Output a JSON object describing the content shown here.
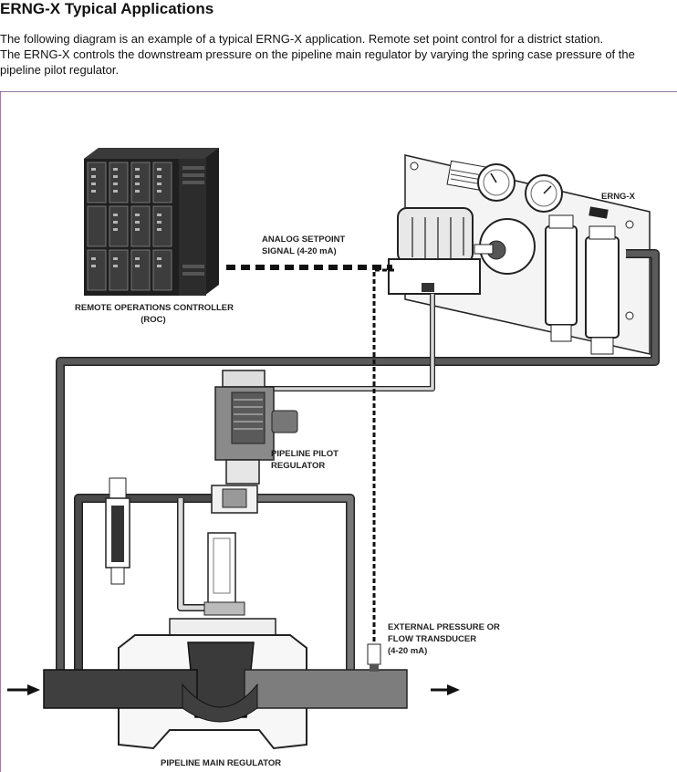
{
  "heading": "ERNG-X Typical Applications",
  "intro": {
    "line1": "The following diagram is an example of a typical ERNG-X application. Remote set point control for a district station.",
    "line2": "The ERNG-X controls the downstream pressure on the pipeline main regulator by varying the spring case pressure of the",
    "line3": "pipeline pilot regulator."
  },
  "labels": {
    "roc_line1": "REMOTE OPERATIONS CONTROLLER",
    "roc_line2": "(ROC)",
    "signal_line1": "ANALOG SETPOINT",
    "signal_line2": "SIGNAL (4-20 mA)",
    "erngx": "ERNG-X",
    "pilot_line1": "PIPELINE PILOT",
    "pilot_line2": "REGULATOR",
    "transducer_line1": "EXTERNAL PRESSURE OR",
    "transducer_line2": "FLOW TRANSDUCER",
    "transducer_line3": "(4-20 mA)",
    "main_regulator": "PIPELINE MAIN REGULATOR"
  },
  "colors": {
    "frame_border": "#5b2a6e",
    "pipe_dark": "#4a4a4a",
    "pipe_mid": "#7a7a7a",
    "pipe_light": "#c8c8c8",
    "controller_body": "#2b2b2b"
  }
}
